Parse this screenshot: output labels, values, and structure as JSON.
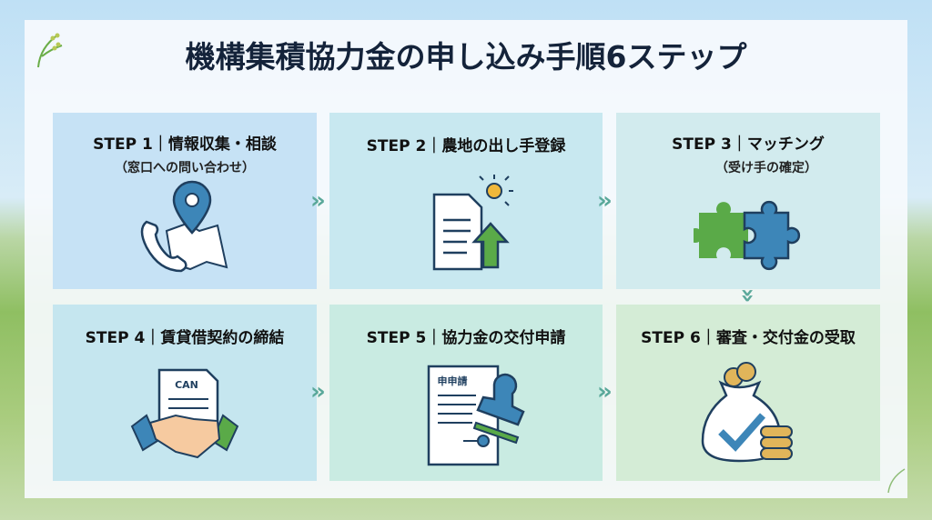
{
  "title": "機構集積協力金の申し込み手順6ステップ",
  "steps": [
    {
      "label": "STEP 1｜情報収集・相談",
      "sub": "（窓口への問い合わせ）",
      "icon": "phone-map-pin-icon"
    },
    {
      "label": "STEP 2｜農地の出し手登録",
      "sub": "",
      "icon": "document-upload-icon"
    },
    {
      "label": "STEP 3｜マッチング",
      "sub": "（受け手の確定）",
      "icon": "puzzle-icon"
    },
    {
      "label": "STEP 4｜賃貸借契約の締結",
      "sub": "",
      "icon": "handshake-contract-icon",
      "doc_text": "CAN"
    },
    {
      "label": "STEP 5｜協力金の交付申請",
      "sub": "",
      "icon": "stamp-application-icon",
      "doc_text": "申申請"
    },
    {
      "label": "STEP 6｜審査・交付金の受取",
      "sub": "",
      "icon": "money-bag-check-icon"
    }
  ],
  "colors": {
    "card1": "#c6e2f5",
    "card2": "#c8e8f0",
    "card3": "#d2ebee",
    "card4": "#c5e6ef",
    "card5": "#c9ebe2",
    "card6": "#d4ecd6",
    "arrow": "#5aa89a",
    "blue": "#3d86b8",
    "green": "#5aaa48"
  }
}
